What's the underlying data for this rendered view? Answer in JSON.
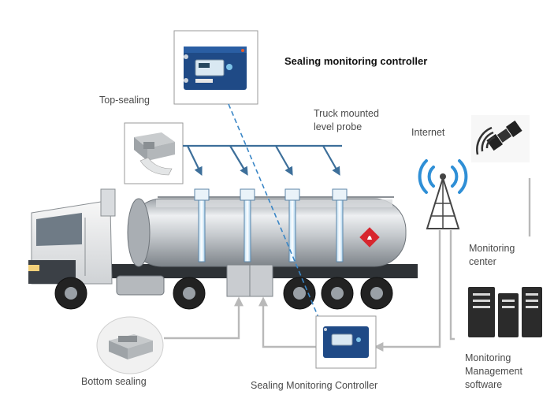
{
  "labels": {
    "sealing_controller_top": "Sealing monitoring controller",
    "top_sealing": "Top-sealing",
    "level_probe_line1": "Truck mounted",
    "level_probe_line2": "level probe",
    "internet": "Internet",
    "monitoring_center_line1": "Monitoring",
    "monitoring_center_line2": "center",
    "mgmt_line1": "Monitoring",
    "mgmt_line2": "Management",
    "mgmt_line3": "software",
    "bottom_sealing": "Bottom sealing",
    "sealing_controller_bottom": "Sealing Monitoring Controller"
  },
  "colors": {
    "probe_arrow": "#3d6f9a",
    "dashed_link": "#3a86c6",
    "gray_link": "#b9b9b9",
    "wifi": "#2f8fd6",
    "tank": "#b9bdc2",
    "cab": "#e9e9e9",
    "controller_box": "#1f4a86"
  },
  "icons": {
    "satellite": "satellite-icon",
    "tower": "antenna-tower-icon",
    "servers": "server-rack-icon"
  }
}
